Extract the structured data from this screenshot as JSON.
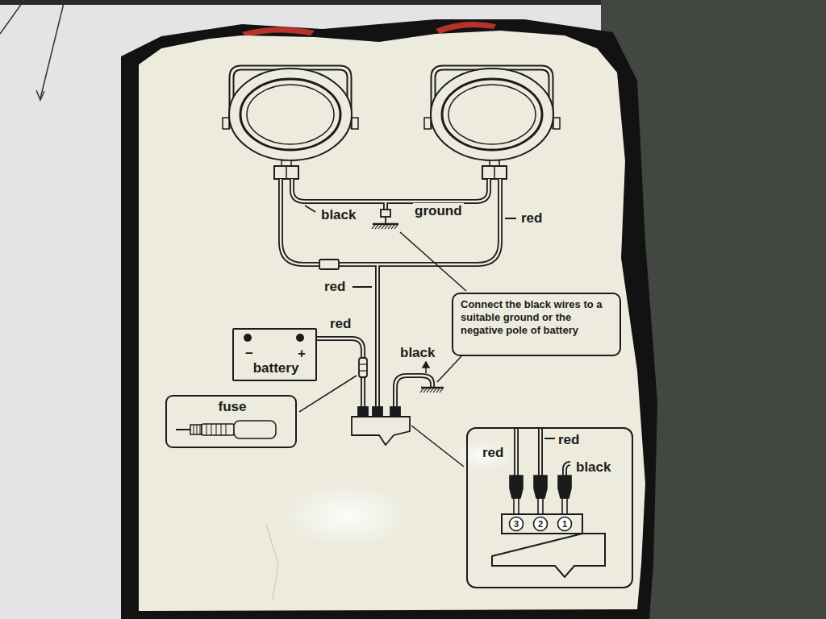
{
  "diagram": {
    "nodes": [
      {
        "text": [
          "Connect the black wires to a suitable ground or the negative pole of battery"
        ]
      },
      {
        "text": [
          "−",
          "+",
          "battery"
        ]
      },
      {
        "text": [
          "fuse"
        ]
      },
      {
        "text": [
          "red",
          "red",
          "black"
        ]
      }
    ],
    "labels": [
      "black",
      "ground",
      "red",
      "red",
      "red",
      "black",
      "3",
      "2",
      "1"
    ]
  }
}
